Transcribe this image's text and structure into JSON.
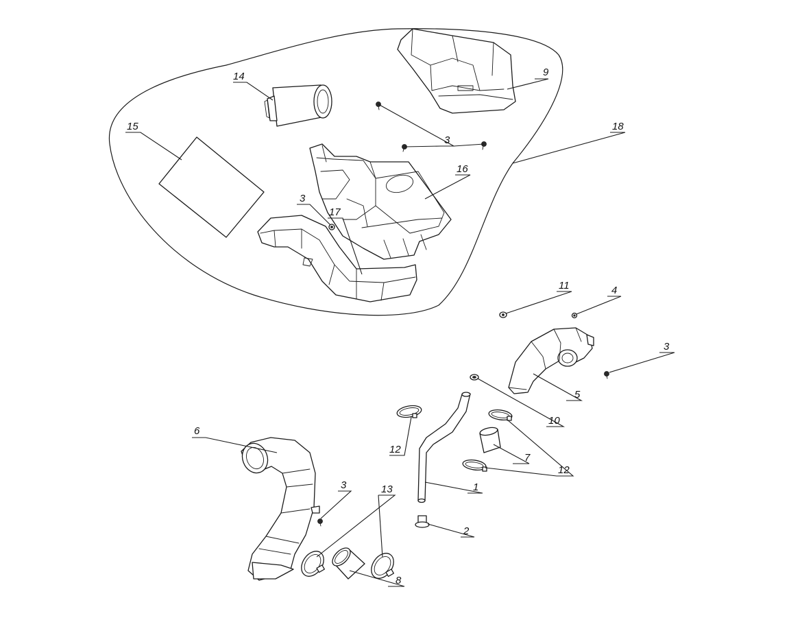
{
  "callouts": {
    "c1": "1",
    "c2": "2",
    "c3a": "3",
    "c3b": "3",
    "c3c": "3",
    "c3d": "3",
    "c4": "4",
    "c5": "5",
    "c6": "6",
    "c7": "7",
    "c8": "8",
    "c9": "9",
    "c10": "10",
    "c11": "11",
    "c12a": "12",
    "c12b": "12",
    "c13": "13",
    "c14": "14",
    "c15": "15",
    "c16": "16",
    "c17": "17",
    "c18": "18"
  }
}
